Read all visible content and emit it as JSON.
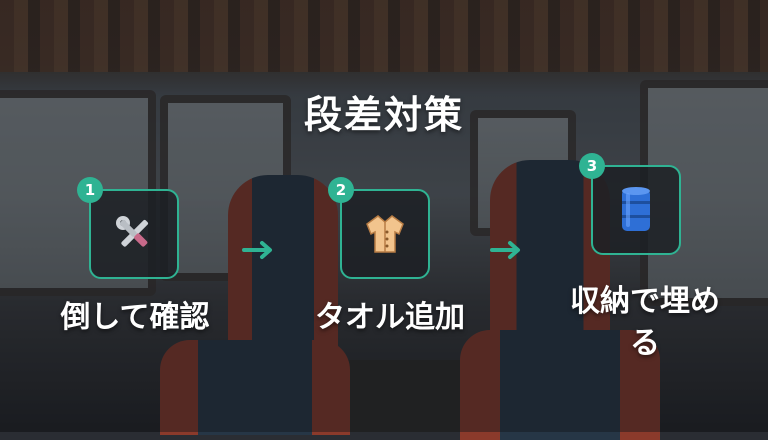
{
  "title": "段差対策",
  "accent_color": "#2fb393",
  "steps": [
    {
      "number": "1",
      "icon": "tools-icon",
      "label": "倒して確認"
    },
    {
      "number": "2",
      "icon": "coat-icon",
      "label": "タオル追加"
    },
    {
      "number": "3",
      "icon": "storage-drum-icon",
      "label_line1": "収納で埋め",
      "label_line2": "る"
    }
  ],
  "arrows": [
    "arrow-right-icon",
    "arrow-right-icon"
  ]
}
